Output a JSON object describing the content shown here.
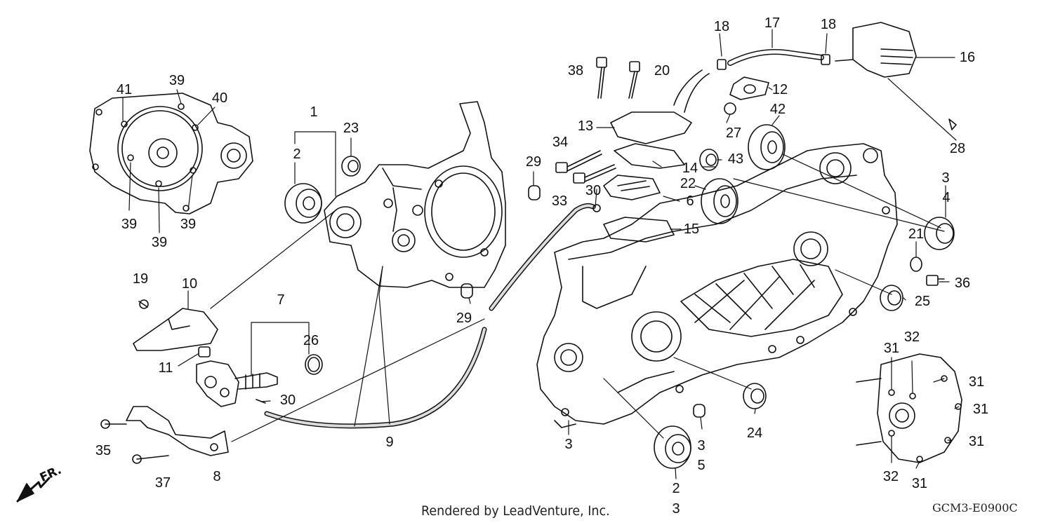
{
  "diagram": {
    "callouts": [
      {
        "id": "c1",
        "text": "1"
      },
      {
        "id": "c2a",
        "text": "2"
      },
      {
        "id": "c23",
        "text": "23"
      },
      {
        "id": "c41",
        "text": "41"
      },
      {
        "id": "c39a",
        "text": "39"
      },
      {
        "id": "c40",
        "text": "40"
      },
      {
        "id": "c39b",
        "text": "39"
      },
      {
        "id": "c39c",
        "text": "39"
      },
      {
        "id": "c39d",
        "text": "39"
      },
      {
        "id": "c19",
        "text": "19"
      },
      {
        "id": "c10",
        "text": "10"
      },
      {
        "id": "c7",
        "text": "7"
      },
      {
        "id": "c26",
        "text": "26"
      },
      {
        "id": "c11",
        "text": "11"
      },
      {
        "id": "c30a",
        "text": "30"
      },
      {
        "id": "c35",
        "text": "35"
      },
      {
        "id": "c37",
        "text": "37"
      },
      {
        "id": "c8",
        "text": "8"
      },
      {
        "id": "c9",
        "text": "9"
      },
      {
        "id": "c29a",
        "text": "29"
      },
      {
        "id": "c29b",
        "text": "29"
      },
      {
        "id": "c34",
        "text": "34"
      },
      {
        "id": "c33",
        "text": "33"
      },
      {
        "id": "c30b",
        "text": "30"
      },
      {
        "id": "c38",
        "text": "38"
      },
      {
        "id": "c20",
        "text": "20"
      },
      {
        "id": "c18a",
        "text": "18"
      },
      {
        "id": "c17",
        "text": "17"
      },
      {
        "id": "c18b",
        "text": "18"
      },
      {
        "id": "c16",
        "text": "16"
      },
      {
        "id": "c12",
        "text": "12"
      },
      {
        "id": "c13",
        "text": "13"
      },
      {
        "id": "c27",
        "text": "27"
      },
      {
        "id": "c42",
        "text": "42"
      },
      {
        "id": "c28",
        "text": "28"
      },
      {
        "id": "c14",
        "text": "14"
      },
      {
        "id": "c43",
        "text": "43"
      },
      {
        "id": "c22",
        "text": "22"
      },
      {
        "id": "c6",
        "text": "6"
      },
      {
        "id": "c15",
        "text": "15"
      },
      {
        "id": "c3a",
        "text": "3"
      },
      {
        "id": "c4",
        "text": "4"
      },
      {
        "id": "c21",
        "text": "21"
      },
      {
        "id": "c36",
        "text": "36"
      },
      {
        "id": "c25",
        "text": "25"
      },
      {
        "id": "c3b",
        "text": "3"
      },
      {
        "id": "c3c",
        "text": "3"
      },
      {
        "id": "c5",
        "text": "5"
      },
      {
        "id": "c24",
        "text": "24"
      },
      {
        "id": "c2b",
        "text": "2"
      },
      {
        "id": "c3d",
        "text": "3"
      },
      {
        "id": "c31a",
        "text": "31"
      },
      {
        "id": "c32a",
        "text": "32"
      },
      {
        "id": "c31b",
        "text": "31"
      },
      {
        "id": "c31c",
        "text": "31"
      },
      {
        "id": "c31d",
        "text": "31"
      },
      {
        "id": "c32b",
        "text": "32"
      },
      {
        "id": "c31e",
        "text": "31"
      }
    ]
  },
  "footer": {
    "credit": "Rendered by LeadVenture, Inc.",
    "diagram_code": "GCM3-E0900C",
    "front_marker": "FR."
  }
}
